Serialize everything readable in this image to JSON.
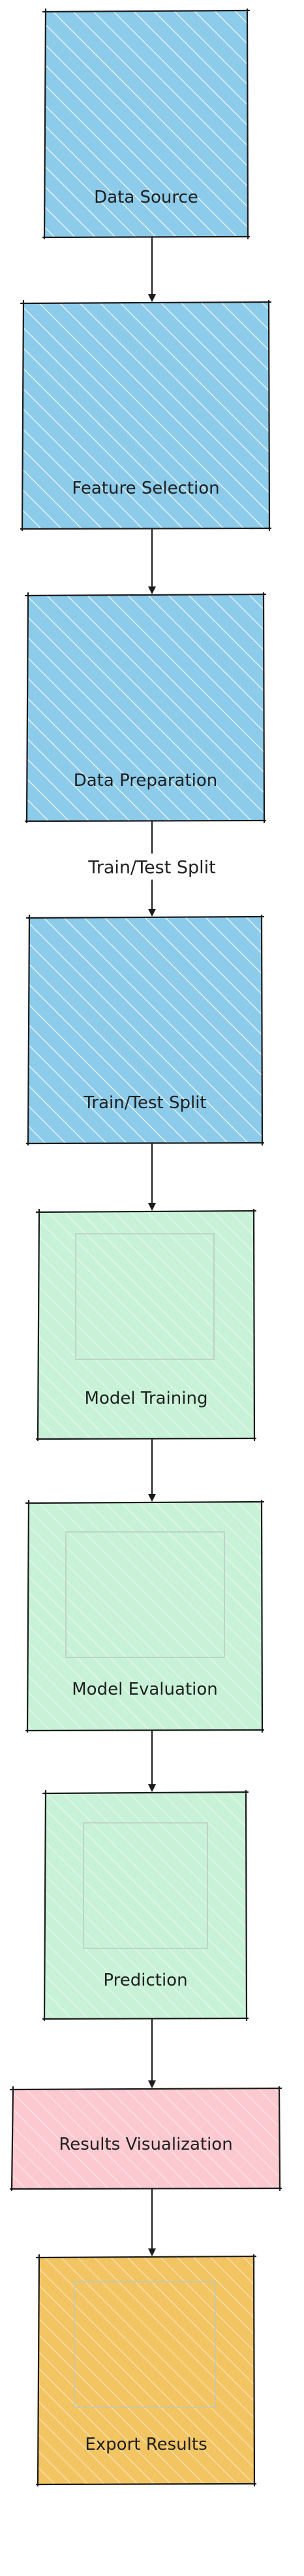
{
  "nodes": [
    {
      "id": "data-source",
      "label": "Data Source",
      "style": "blue"
    },
    {
      "id": "feature-selection",
      "label": "Feature Selection",
      "style": "blue"
    },
    {
      "id": "data-preparation",
      "label": "Data Preparation",
      "style": "blue"
    },
    {
      "id": "train-test-split",
      "label": "Train/Test Split",
      "style": "blue"
    },
    {
      "id": "model-training",
      "label": "Model Training",
      "style": "green"
    },
    {
      "id": "model-evaluation",
      "label": "Model Evaluation",
      "style": "green"
    },
    {
      "id": "prediction",
      "label": "Prediction",
      "style": "green"
    },
    {
      "id": "results-visualization",
      "label": "Results Visualization",
      "style": "pink"
    },
    {
      "id": "export-results",
      "label": "Export Results",
      "style": "orange"
    }
  ],
  "edges": [
    {
      "from": "data-source",
      "to": "feature-selection",
      "label": ""
    },
    {
      "from": "feature-selection",
      "to": "data-preparation",
      "label": ""
    },
    {
      "from": "data-preparation",
      "to": "train-test-split",
      "label": "Train/Test Split"
    },
    {
      "from": "train-test-split",
      "to": "model-training",
      "label": ""
    },
    {
      "from": "model-training",
      "to": "model-evaluation",
      "label": ""
    },
    {
      "from": "model-evaluation",
      "to": "prediction",
      "label": ""
    },
    {
      "from": "prediction",
      "to": "results-visualization",
      "label": ""
    },
    {
      "from": "results-visualization",
      "to": "export-results",
      "label": ""
    }
  ],
  "colors": {
    "blue_fill": "#8ccbe9",
    "green_fill": "#c8f2d8",
    "pink_fill": "#fbc9cf",
    "orange_fill": "#f2c462",
    "stroke": "#1a1a1a",
    "hatch": "#ffffff",
    "inner_frame": "#b9c9bf"
  }
}
